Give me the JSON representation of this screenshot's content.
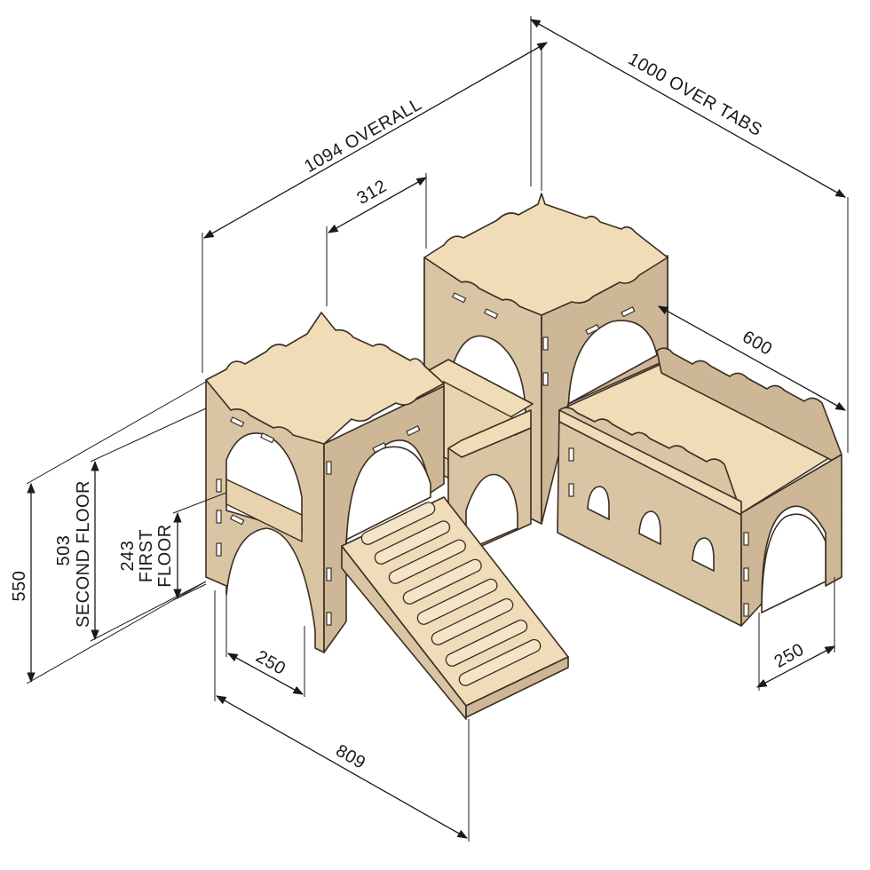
{
  "dimensions": {
    "overall": "1094 OVERALL",
    "over_tabs": "1000 OVER TABS",
    "tower_depth": "312",
    "wing_depth": "600",
    "height_total": "550",
    "second_floor_value": "503",
    "second_floor_label": "SECOND FLOOR",
    "first_floor_value": "243",
    "first_floor_label1": "FIRST",
    "first_floor_label2": "FLOOR",
    "arch_left": "250",
    "arch_right": "250",
    "front_width": "809"
  },
  "colors": {
    "plywood_top": "#f1dcb8",
    "plywood_side": "#d9c4a4",
    "outline": "#3a2e22",
    "dimension": "#1a1a1a"
  }
}
